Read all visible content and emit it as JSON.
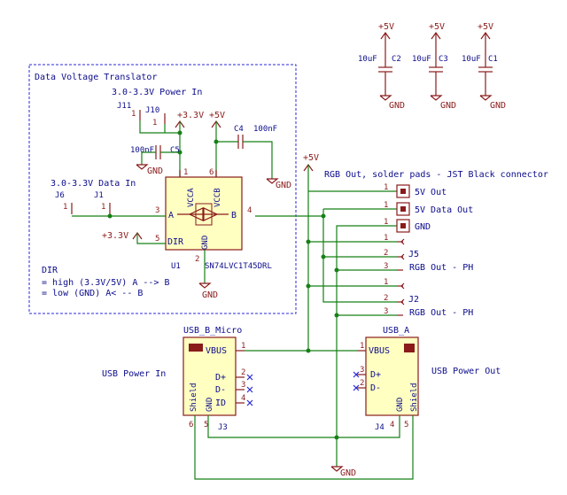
{
  "translator": {
    "title": "Data Voltage Translator",
    "power_in": "3.0-3.3V Power In",
    "data_in": "3.0-3.3V Data In",
    "dir_title": "DIR",
    "dir_high": "= high (3.3V/5V)  A --> B",
    "dir_low": "= low (GND)  A< -- B",
    "ic_ref": "U1",
    "ic_part": "SN74LVC1T45DRL",
    "pins": {
      "vcca": "VCCA",
      "vccb": "VCCB",
      "a": "A",
      "b": "B",
      "dir": "DIR",
      "gnd": "GND",
      "n1": "1",
      "n2": "2",
      "n3": "3",
      "n4": "4",
      "n5": "5",
      "n6": "6"
    },
    "j11": "J11",
    "j10": "J10",
    "j6": "J6",
    "j1": "J1",
    "one": "1",
    "c5_ref": "C5",
    "c5_val": "100nF",
    "c4_ref": "C4",
    "c4_val": "100nF",
    "pwr_33": "+3.3V",
    "pwr_5": "+5V",
    "pwr_33b": "+3.3V",
    "gnd1": "GND",
    "gnd2": "GND",
    "gnd3": "GND"
  },
  "caps": [
    {
      "ref": "C2",
      "value": "10uF",
      "power": "+5V",
      "gnd": "GND"
    },
    {
      "ref": "C3",
      "value": "10uF",
      "power": "+5V",
      "gnd": "GND"
    },
    {
      "ref": "C1",
      "value": "10uF",
      "power": "+5V",
      "gnd": "GND"
    }
  ],
  "rgb": {
    "title": "RGB Out, solder pads - JST Black connector",
    "pwr": "+5V",
    "pads": [
      {
        "num": "1",
        "label": "5V Out"
      },
      {
        "num": "1",
        "label": "5V Data Out"
      },
      {
        "num": "1",
        "label": "GND"
      }
    ],
    "j5": {
      "ref": "J5",
      "label": "RGB Out - PH",
      "pins": [
        "1",
        "2",
        "3"
      ]
    },
    "j2": {
      "ref": "J2",
      "label": "RGB Out - PH",
      "pins": [
        "1",
        "2",
        "3"
      ]
    }
  },
  "usb": {
    "b_name": "USB_B_Micro",
    "a_name": "USB_A",
    "power_in": "USB Power In",
    "power_out": "USB Power Out",
    "j3": "J3",
    "j4": "J4",
    "vbus": "VBUS",
    "dp": "D+",
    "dm": "D-",
    "id": "ID",
    "gnd": "GND",
    "shield": "Shield",
    "bpins": {
      "p1": "1",
      "p2": "2",
      "p3": "3",
      "p4": "4",
      "p5": "5",
      "p6": "6"
    },
    "apins": {
      "p1": "1",
      "p2": "2",
      "p3": "3",
      "p4": "4",
      "p5": "5"
    },
    "gnd_bottom": "GND"
  }
}
